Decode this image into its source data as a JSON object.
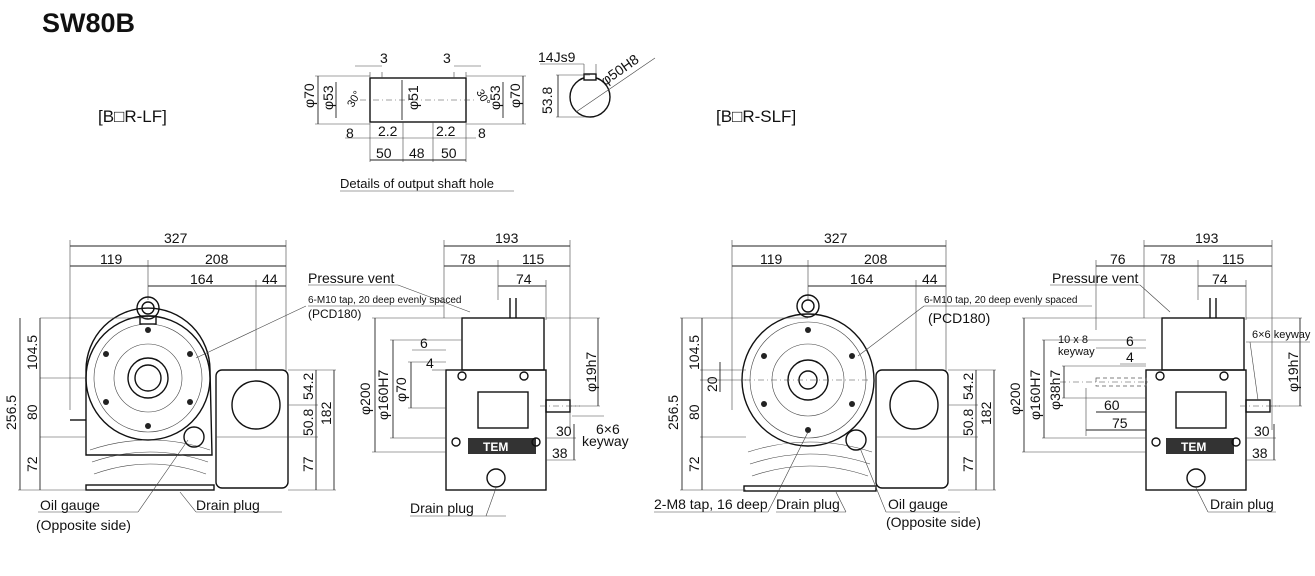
{
  "title": "SW80B",
  "variants": {
    "left": "[B□R-LF]",
    "right": "[B□R-SLF]"
  },
  "shaft_detail": {
    "caption": "Details of output shaft hole",
    "dims": {
      "top_l": "3",
      "top_r": "3",
      "d70_l": "φ70",
      "d53_l": "φ53",
      "d51": "φ51",
      "d53_r": "φ53",
      "d70_r": "φ70",
      "ang_l": "30°",
      "ang_r": "30°",
      "c8_l": "8",
      "c8_r": "8",
      "g22_l": "2.2",
      "g22_r": "2.2",
      "w50_l": "50",
      "w48": "48",
      "w50_r": "50"
    },
    "key": {
      "js": "14Js9",
      "bore": "φ50H8",
      "depth": "53.8"
    }
  },
  "front_left": {
    "total_w": "327",
    "w119": "119",
    "w208": "208",
    "w164": "164",
    "w44": "44",
    "h256": "256.5",
    "h104": "104.5",
    "h80": "80",
    "h72": "72",
    "h542": "54.2",
    "h508": "50.8",
    "h182": "182",
    "h77": "77",
    "oil_gauge": "Oil gauge",
    "opposite": "(Opposite side)",
    "drain": "Drain plug"
  },
  "side_left": {
    "w193": "193",
    "w78": "78",
    "w115": "115",
    "w74": "74",
    "d200": "φ200",
    "d160": "φ160H7",
    "d70": "φ70",
    "d6": "6",
    "d4": "4",
    "d19": "φ19h7",
    "k66": "6×6",
    "keyway": "keyway",
    "h30": "30",
    "h38": "38",
    "pressure_vent": "Pressure vent",
    "tap": "6-M10 tap, 20 deep evenly spaced",
    "pcd": "(PCD180)",
    "drain": "Drain plug",
    "brand": "TEM"
  },
  "front_right": {
    "total_w": "327",
    "w119": "119",
    "w208": "208",
    "w164": "164",
    "w44": "44",
    "h256": "256.5",
    "h104": "104.5",
    "h20": "20",
    "h80": "80",
    "h72": "72",
    "h542": "54.2",
    "h508": "50.8",
    "h182": "182",
    "h77": "77",
    "tap2": "2-M8 tap, 16 deep",
    "drain": "Drain plug",
    "oil_gauge": "Oil gauge",
    "opposite": "(Opposite side)"
  },
  "side_right": {
    "w193": "193",
    "w76": "76",
    "w78": "78",
    "w115": "115",
    "w74": "74",
    "pressure_vent": "Pressure vent",
    "tap": "6-M10 tap, 20 deep evenly spaced",
    "pcd": "(PCD180)",
    "k108": "10 x 8",
    "keyway": "keyway",
    "d6": "6",
    "d4": "4",
    "d200": "φ200",
    "d160": "φ160H7",
    "d38": "φ38h7",
    "w60": "60",
    "w75": "75",
    "k66": "6×6 keyway",
    "d19": "φ19h7",
    "h30": "30",
    "h38": "38",
    "drain": "Drain plug",
    "brand": "TEM"
  }
}
